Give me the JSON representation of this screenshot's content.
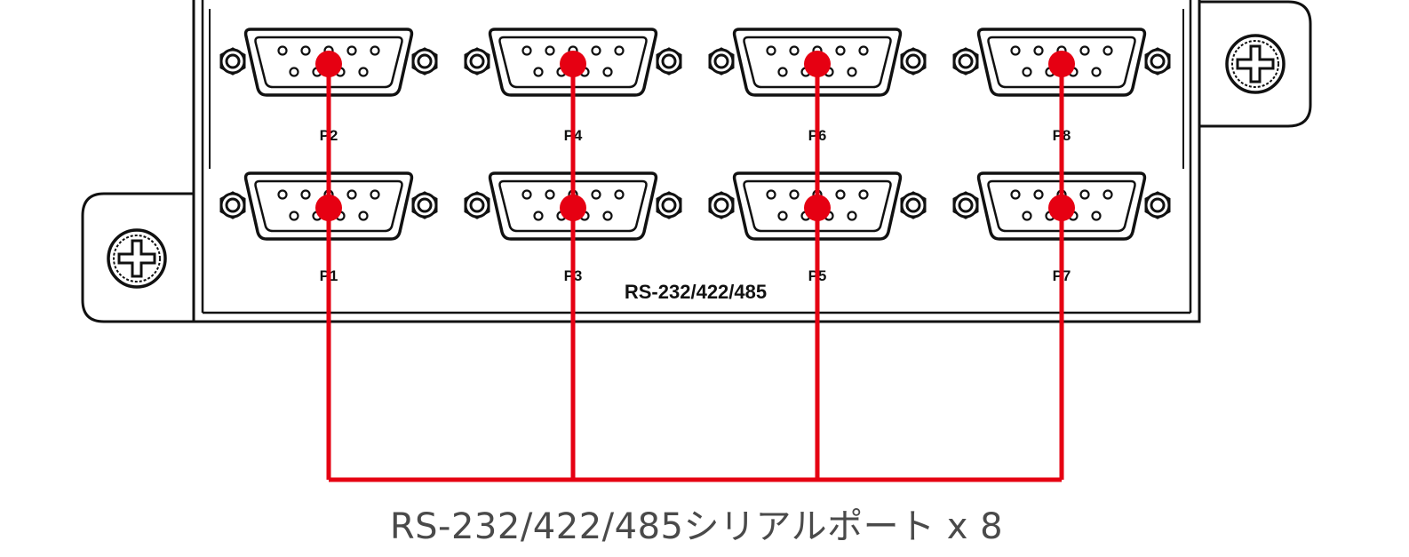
{
  "panel_label": "RS-232/422/485",
  "caption": "RS-232/422/485シリアルポート x 8",
  "connector_color": "#e60012",
  "ports": {
    "top": [
      "P2",
      "P4",
      "P6",
      "P8"
    ],
    "bottom": [
      "P1",
      "P3",
      "P5",
      "P7"
    ]
  },
  "mount_icon": "screw-icon"
}
